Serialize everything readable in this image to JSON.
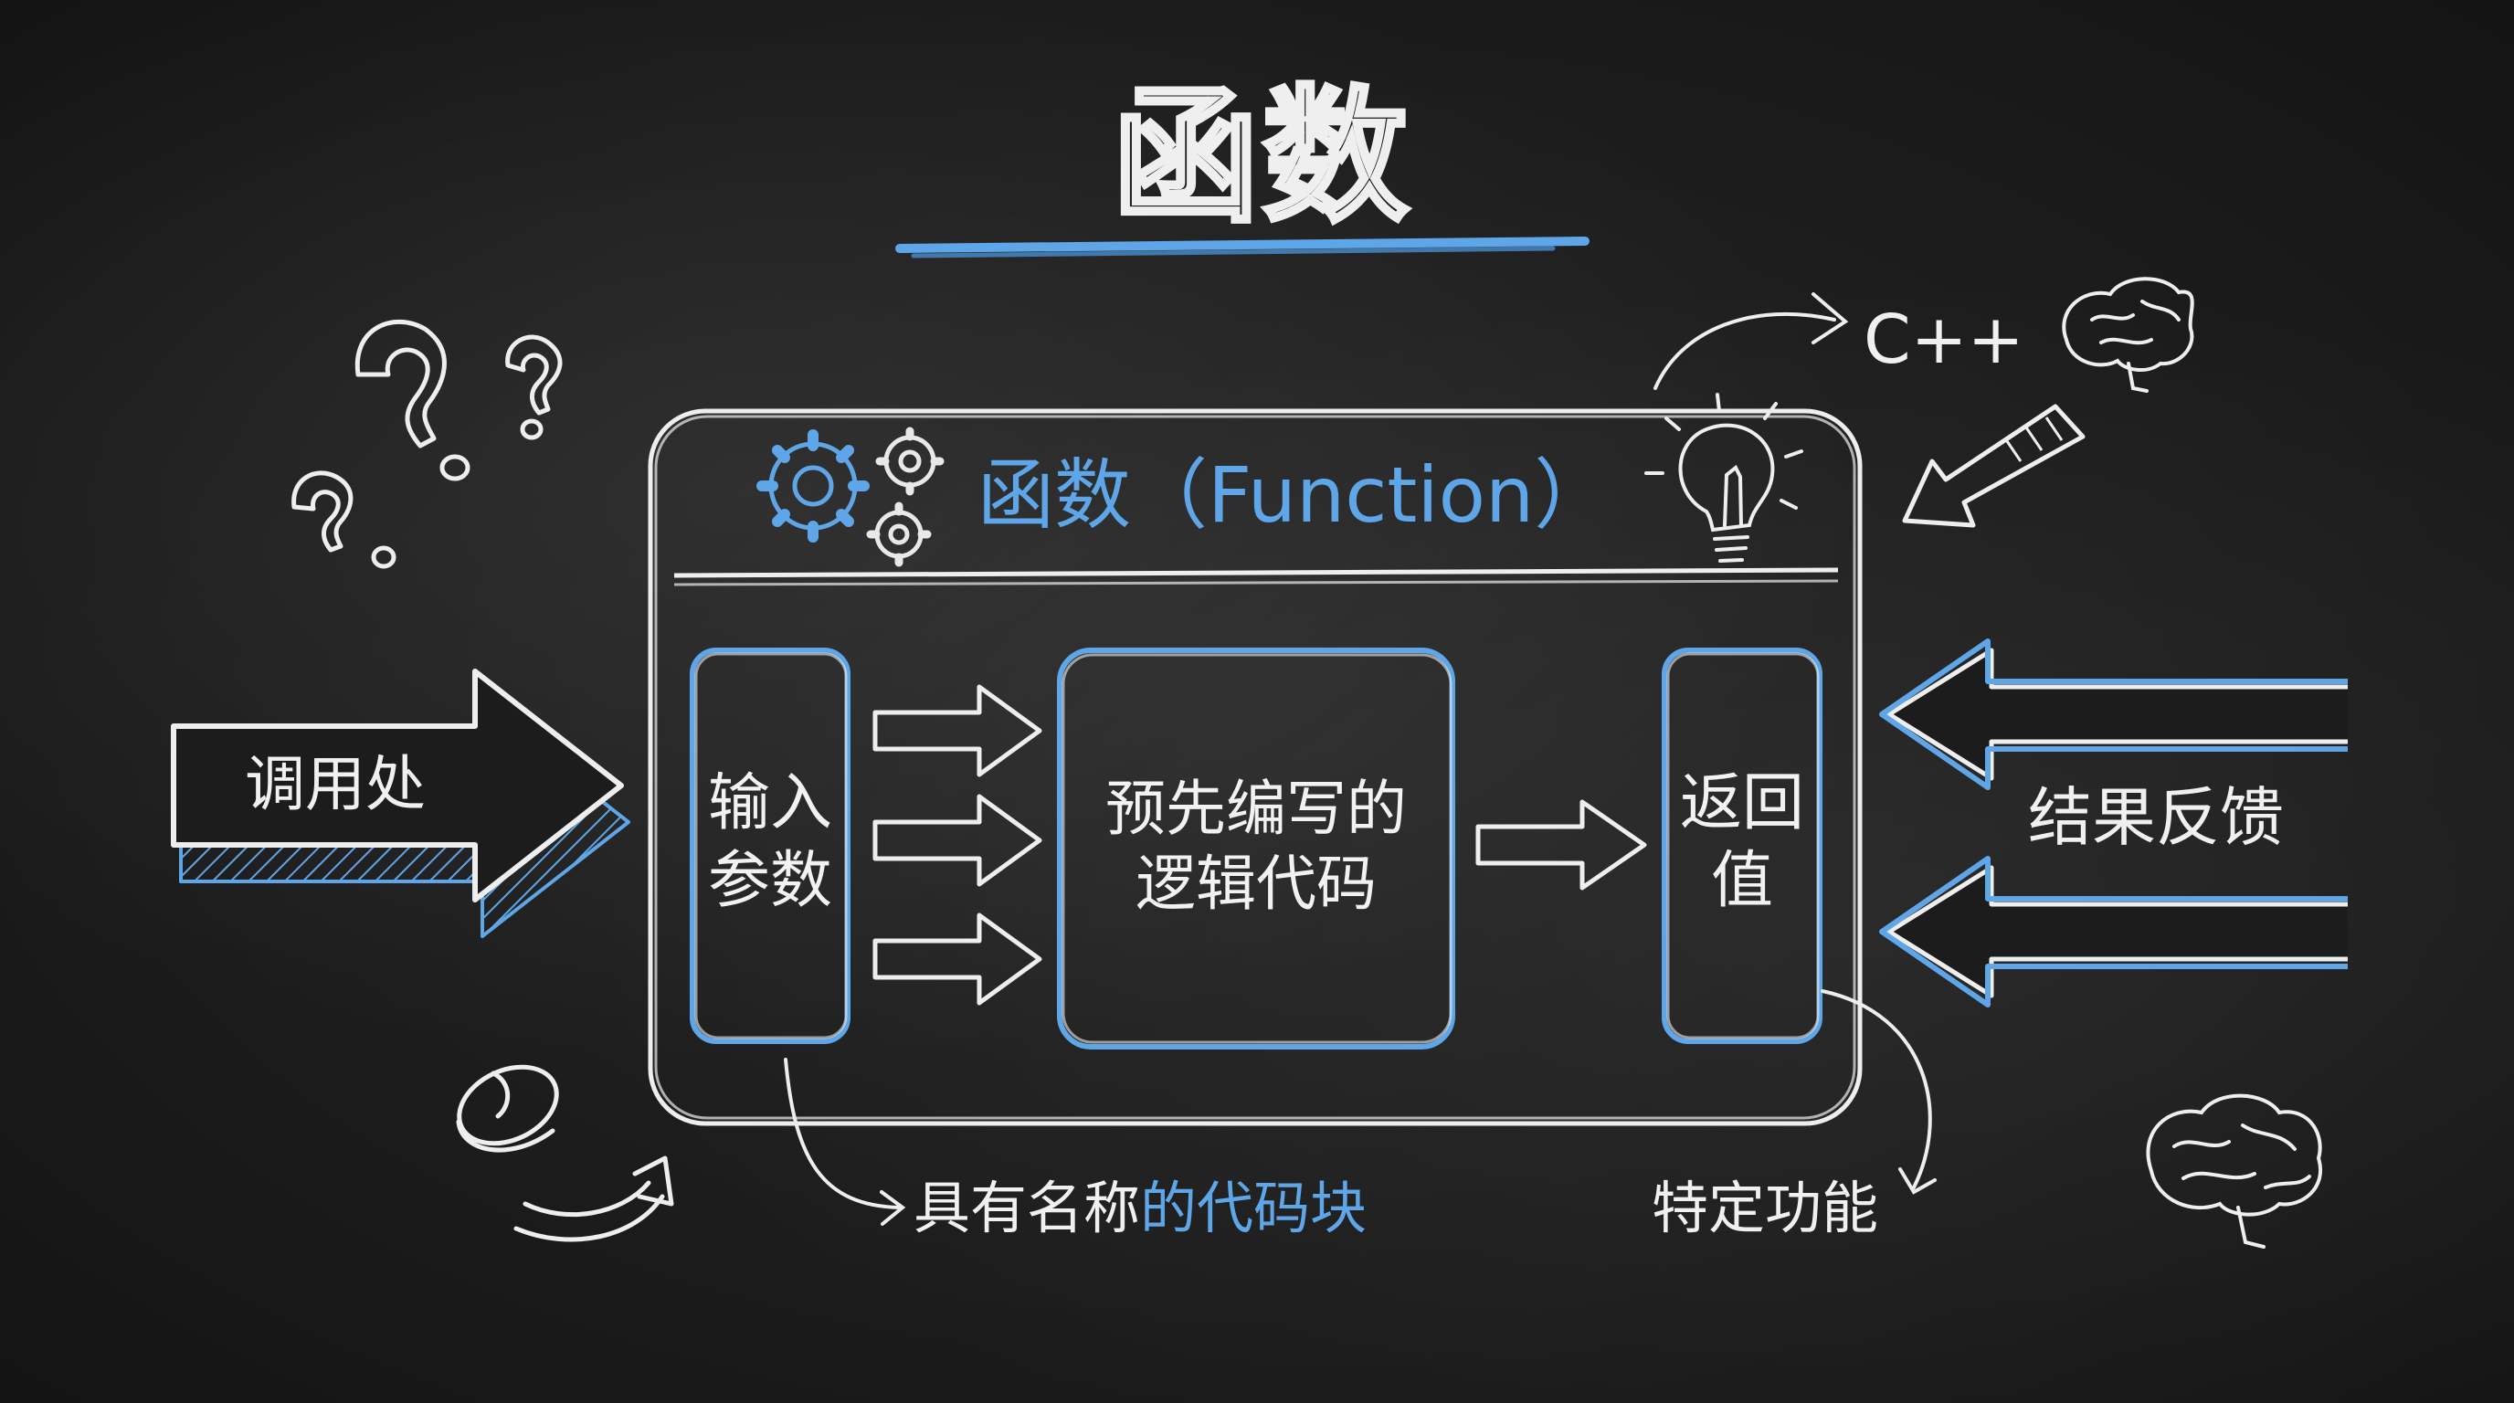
{
  "title": "函数",
  "function_box": {
    "title": "函数（Function）",
    "input_label_line1": "输入",
    "input_label_line2": "参数",
    "logic_label_line1": "预先编写的",
    "logic_label_line2": "逻辑代码",
    "return_label_line1": "返回",
    "return_label_line2": "值"
  },
  "left": {
    "caller_label": "调用处"
  },
  "right": {
    "language_label": "C++",
    "feedback_label": "结果反馈"
  },
  "bottom": {
    "named_block_part1": "具有名称",
    "named_block_part2": "的代码块",
    "specific_function_label": "特定功能"
  },
  "colors": {
    "background": "#1c1c1c",
    "chalk_white": "#f0f0f0",
    "chalk_blue": "#5ea6e8"
  },
  "icons": [
    "gears-icon",
    "lightbulb-icon",
    "brain-icon",
    "question-marks-icon",
    "rotate-arrow-icon"
  ]
}
